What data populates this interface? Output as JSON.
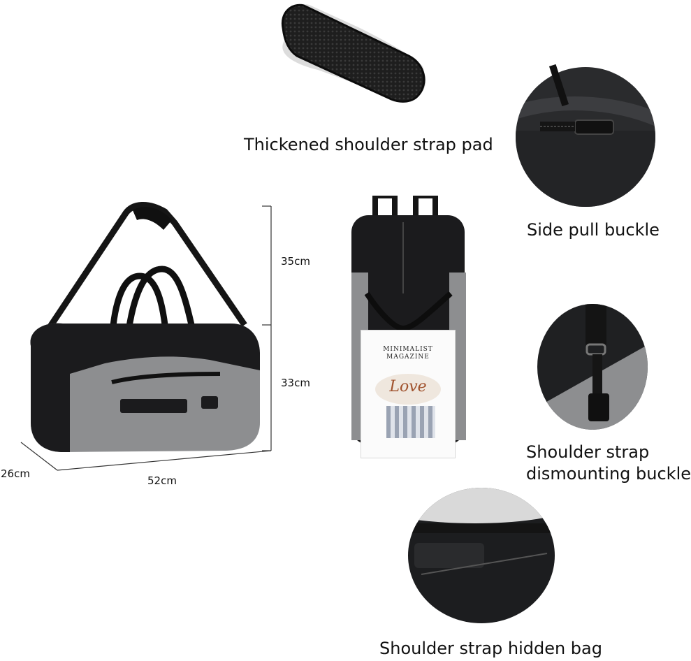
{
  "captions": {
    "pad": "Thickened shoulder strap pad",
    "side_buckle": "Side pull buckle",
    "dismount_line1": "Shoulder strap",
    "dismount_line2": "dismounting buckle",
    "hidden_bag": "Shoulder strap hidden bag"
  },
  "dimensions": {
    "upper_height": "35cm",
    "lower_height": "33cm",
    "depth": "26cm",
    "width": "52cm"
  },
  "magazine": {
    "title_line1": "MINIMALIST",
    "title_line2": "MAGAZINE",
    "script": "Love"
  },
  "colors": {
    "bag_black": "#1b1b1d",
    "bag_grey": "#8d8e90",
    "background": "#ffffff"
  }
}
